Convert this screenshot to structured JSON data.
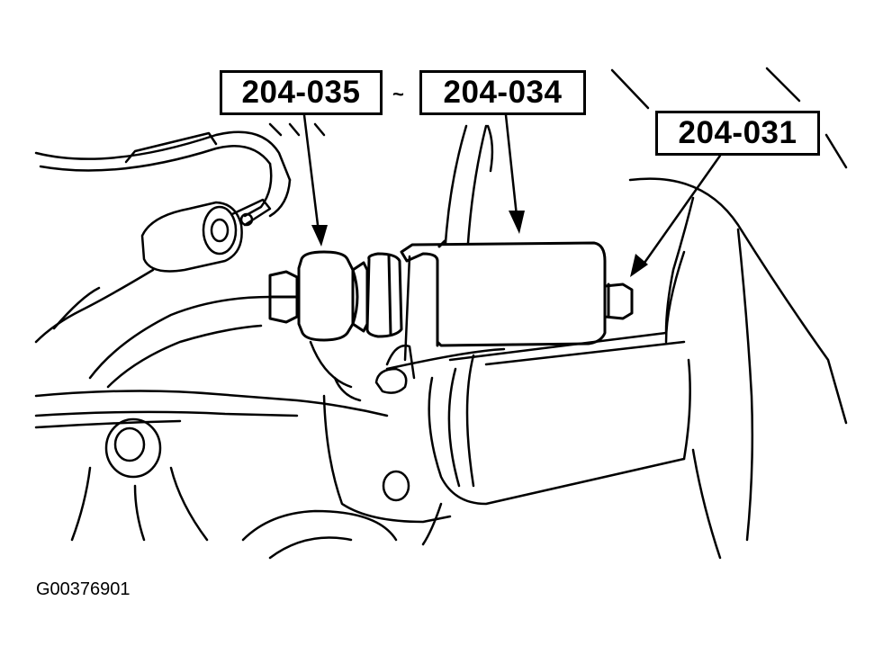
{
  "callouts": [
    {
      "text": "204-035"
    },
    {
      "text": "204-034"
    },
    {
      "text": "204-031"
    }
  ],
  "connector": "~",
  "figure_id": "G00376901"
}
